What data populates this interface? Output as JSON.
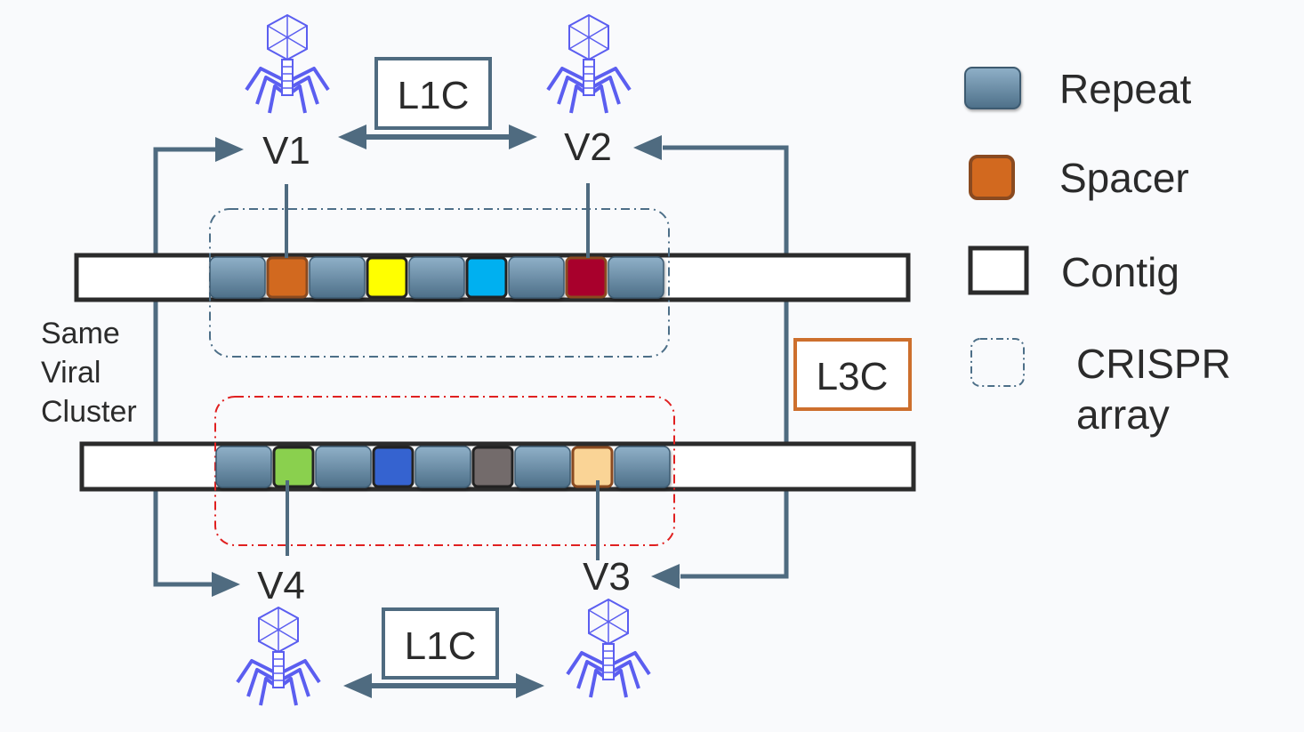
{
  "colors": {
    "background": "#f9fafc",
    "arrow": "#4f6b80",
    "phage": "#5b5ef0",
    "contig_border": "#2b2b2b",
    "repeat_top": "#8fb0c8",
    "repeat_bottom": "#4d6f88",
    "l1c_border": "#4f6b80",
    "l3c_border": "#cd6f2d",
    "crispr_top_border": "#4d6f88",
    "crispr_bottom_border": "#e02020"
  },
  "viruses": {
    "v1": "V1",
    "v2": "V2",
    "v3": "V3",
    "v4": "V4"
  },
  "links": {
    "l1c_top": "L1C",
    "l1c_bottom": "L1C",
    "l3c": "L3C"
  },
  "cluster_note": {
    "line1": "Same",
    "line2": "Viral",
    "line3": "Cluster"
  },
  "legend": {
    "repeat": "Repeat",
    "spacer": "Spacer",
    "contig": "Contig",
    "crispr_line1": "CRISPR",
    "crispr_line2": "array",
    "spacer_color": "#d2691f",
    "spacer_border": "#8a4a20"
  },
  "arrays": {
    "top_spacers": [
      {
        "name": "spacer-orange",
        "color": "#d2691f",
        "border": "#8a4a20"
      },
      {
        "name": "spacer-yellow",
        "color": "#ffff00",
        "border": "#222222"
      },
      {
        "name": "spacer-cyan",
        "color": "#00b0f0",
        "border": "#222222"
      },
      {
        "name": "spacer-crimson",
        "color": "#a8002c",
        "border": "#8a4a20"
      }
    ],
    "bottom_spacers": [
      {
        "name": "spacer-green",
        "color": "#8ad04e",
        "border": "#222222"
      },
      {
        "name": "spacer-blue",
        "color": "#3563d0",
        "border": "#222222"
      },
      {
        "name": "spacer-gray",
        "color": "#736b6b",
        "border": "#222222"
      },
      {
        "name": "spacer-peach",
        "color": "#fad496",
        "border": "#8a4a20"
      }
    ]
  }
}
